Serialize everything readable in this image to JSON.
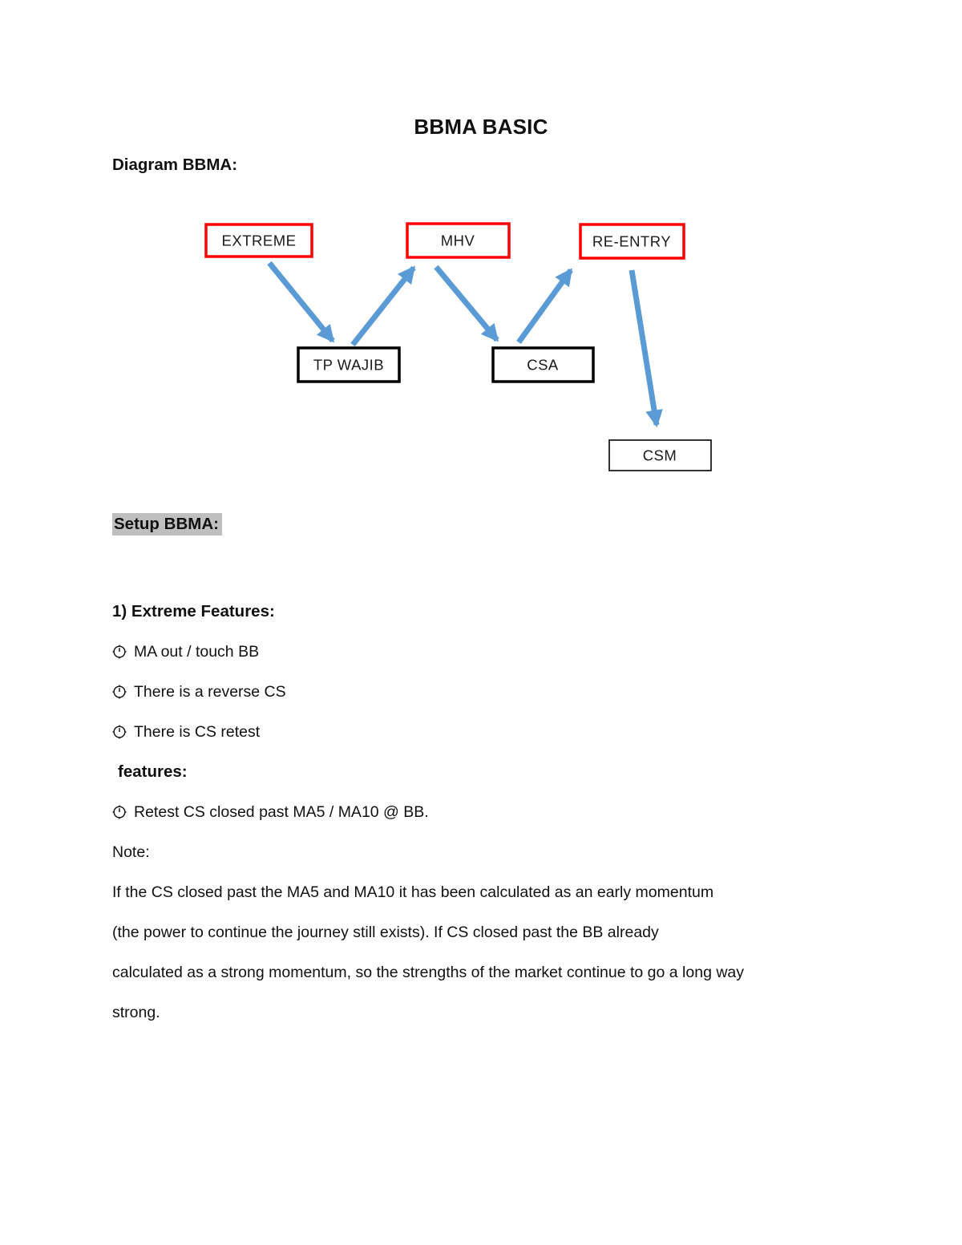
{
  "page": {
    "title": "BBMA BASIC"
  },
  "sections": {
    "diagram_label": "Diagram BBMA:",
    "setup_label": "Setup BBMA:"
  },
  "diagram": {
    "nodes": [
      {
        "id": "extreme",
        "label": "EXTREME",
        "border": "red"
      },
      {
        "id": "mhv",
        "label": "MHV",
        "border": "red"
      },
      {
        "id": "re-entry",
        "label": "RE-ENTRY",
        "border": "red"
      },
      {
        "id": "tp-wajib",
        "label": "TP WAJIB",
        "border": "black"
      },
      {
        "id": "csa",
        "label": "CSA",
        "border": "black"
      },
      {
        "id": "csm",
        "label": "CSM",
        "border": "black"
      }
    ],
    "edges": [
      {
        "from": "EXTREME",
        "to": "TP WAJIB"
      },
      {
        "from": "TP WAJIB",
        "to": "MHV"
      },
      {
        "from": "MHV",
        "to": "CSA"
      },
      {
        "from": "CSA",
        "to": "RE-ENTRY"
      },
      {
        "from": "RE-ENTRY",
        "to": "CSM"
      }
    ],
    "colors": {
      "arrow": "#5b9bd5",
      "node_border_red": "#ff0000",
      "node_border_black": "#000000",
      "setup_highlight": "#bfbfbf"
    }
  },
  "extreme_features": {
    "heading": "1) Extreme Features:",
    "items": [
      "MA out / touch BB",
      "There is a reverse CS",
      "There is CS retest"
    ],
    "subheading": "features:",
    "sub_items": [
      "Retest CS closed past MA5 / MA10 @ BB."
    ]
  },
  "note": {
    "label": "Note:",
    "lines": [
      "If the CS closed past the MA5 and MA10 it has been calculated as an early momentum",
      "(the power to continue the journey still exists). If CS closed past the BB already",
      "calculated as a strong momentum, so the strengths of the market continue to go a long way",
      "strong."
    ]
  }
}
